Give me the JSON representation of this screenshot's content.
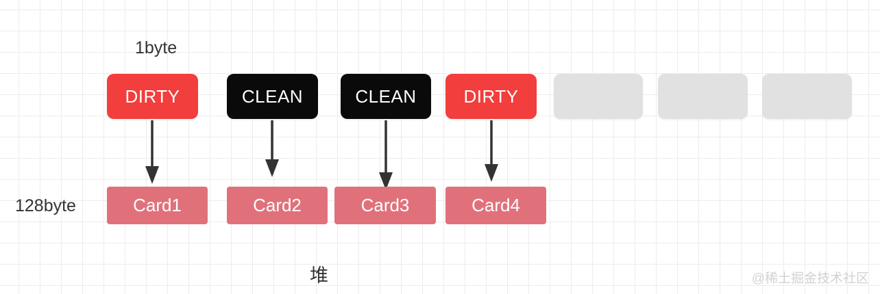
{
  "labels": {
    "row_unit": "1byte",
    "card_unit": "128byte",
    "heap": "堆"
  },
  "watermark": "@稀土掘金技术社区",
  "top_row": {
    "boxes": [
      {
        "label": "DIRTY",
        "state": "dirty"
      },
      {
        "label": "CLEAN",
        "state": "clean"
      },
      {
        "label": "CLEAN",
        "state": "clean"
      },
      {
        "label": "DIRTY",
        "state": "dirty"
      },
      {
        "label": "",
        "state": "empty"
      },
      {
        "label": "",
        "state": "empty"
      },
      {
        "label": "",
        "state": "empty"
      }
    ]
  },
  "card_row": {
    "cards": [
      {
        "label": "Card1"
      },
      {
        "label": "Card2"
      },
      {
        "label": "Card3"
      },
      {
        "label": "Card4"
      }
    ]
  },
  "colors": {
    "dirty": "#f23e3c",
    "clean": "#0a0a0a",
    "card": "#e0717a",
    "empty_slot": "#e1e1e1",
    "arrow": "#333333",
    "grid_line": "#ececec",
    "text": "#333333",
    "watermark": "#d2d2d2"
  }
}
